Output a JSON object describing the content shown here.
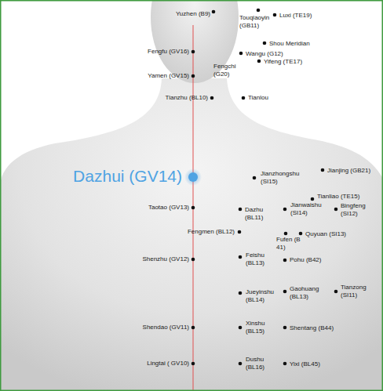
{
  "diagram": {
    "labels": [
      "Yuzhen (B9)",
      "Touqiaoyin (GB11)",
      "Luxi (TE19)",
      "Shou Meridian",
      "Fengfu (GV16)",
      "Wangu (G12)",
      "Yifeng (TE17)",
      "Fengchi (G20)",
      "Yamen (GV15)",
      "Tianzhu (BL10)",
      "Tianlou",
      "Dazhui (GV14)",
      "Jianzhongshu (SI15)",
      "Jianjing (GB21)",
      "Tianliao (TE15)",
      "Taotao (GV13)",
      "Dazhu (BL11)",
      "Jianwaishu (SI14)",
      "Bingfeng (SI12)",
      "Fengmen (BL12)",
      "Quyuan (SI13)",
      "Fufen (B 41)",
      "Shenzhu (GV12)",
      "Feishu (BL13)",
      "Pohu (B42)",
      "Jueyinshu (BL14)",
      "Gaohuang (BL13)",
      "Tianzong (SI11)",
      "Shendao (GV11)",
      "Xinshu (BL15)",
      "Shentang (B44)",
      "Lingtai ( GV10)",
      "Dushu (BL16)",
      "Yixi (BL45)"
    ]
  }
}
